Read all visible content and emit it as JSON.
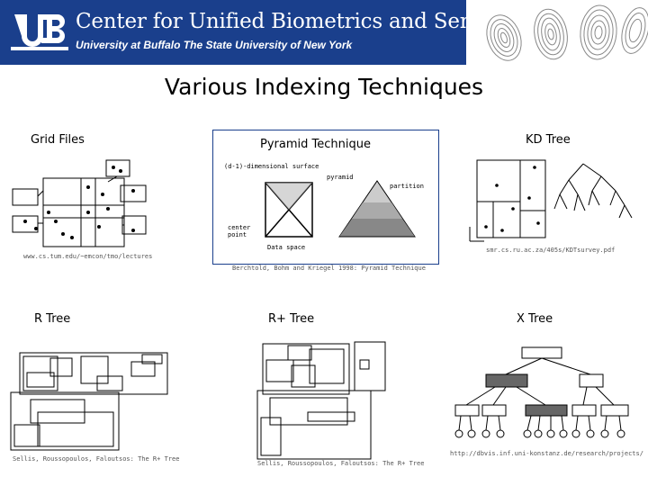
{
  "header": {
    "org_title": "Center for Unified Biometrics and Sensors",
    "org_subtitle": "University at Buffalo The State University of New York",
    "brand_color": "#1a3f8c"
  },
  "slide": {
    "title": "Various Indexing Techniques"
  },
  "panels": {
    "grid_files": {
      "label": "Grid Files",
      "caption": "www.cs.tum.edu/~emcon/tmo/lectures"
    },
    "pyramid": {
      "label": "Pyramid Technique",
      "caption": "Berchtold, Bohm and Kriegel 1998: Pyramid Technique",
      "annotations": {
        "surface": "(d-1)-dimensional surface",
        "pyramid": "pyramid",
        "partition": "partition",
        "center_point": "center point",
        "data_space": "Data space"
      }
    },
    "kd_tree": {
      "label": "KD Tree",
      "caption": "smr.cs.ru.ac.za/405s/KDTsurvey.pdf"
    },
    "r_tree": {
      "label": "R Tree",
      "caption": "Sellis, Roussopoulos, Faloutsos: The R+ Tree"
    },
    "r_plus_tree": {
      "label": "R+ Tree",
      "caption": "Sellis, Roussopoulos, Faloutsos: The R+ Tree"
    },
    "x_tree": {
      "label": "X Tree",
      "caption": "http://dbvis.inf.uni-konstanz.de/research/projects/"
    }
  }
}
